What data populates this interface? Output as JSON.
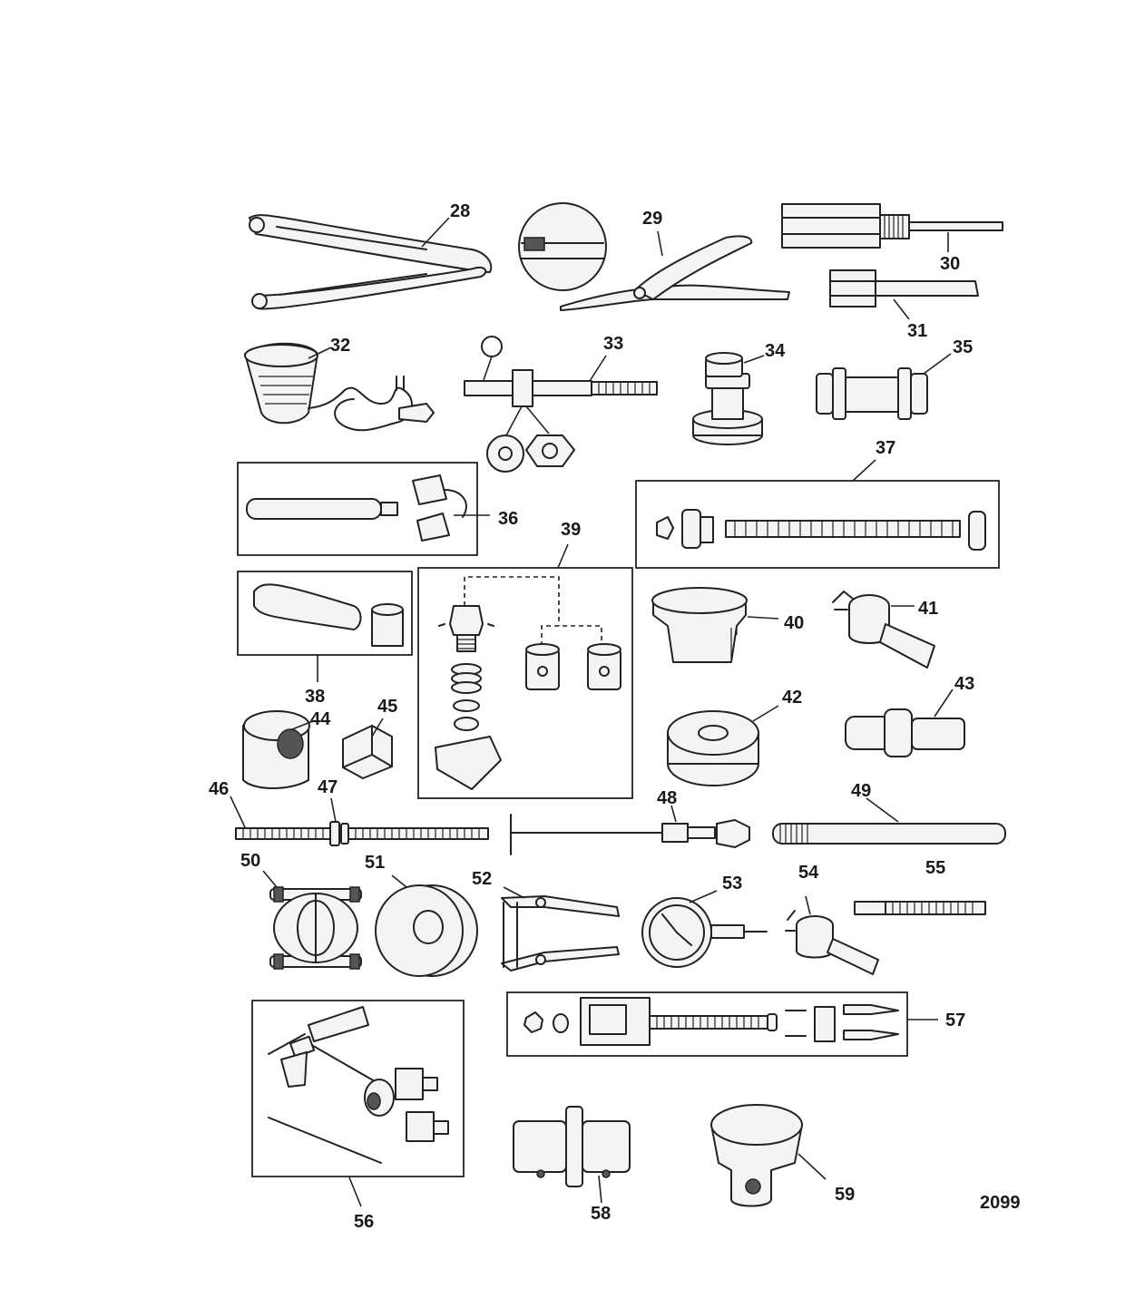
{
  "diagram": {
    "drawing_number": "2099",
    "callouts": [
      "28",
      "29",
      "30",
      "31",
      "32",
      "33",
      "34",
      "35",
      "36",
      "37",
      "38",
      "39",
      "40",
      "41",
      "42",
      "43",
      "44",
      "45",
      "46",
      "47",
      "48",
      "49",
      "50",
      "51",
      "52",
      "53",
      "54",
      "55",
      "56",
      "57",
      "58",
      "59"
    ]
  }
}
